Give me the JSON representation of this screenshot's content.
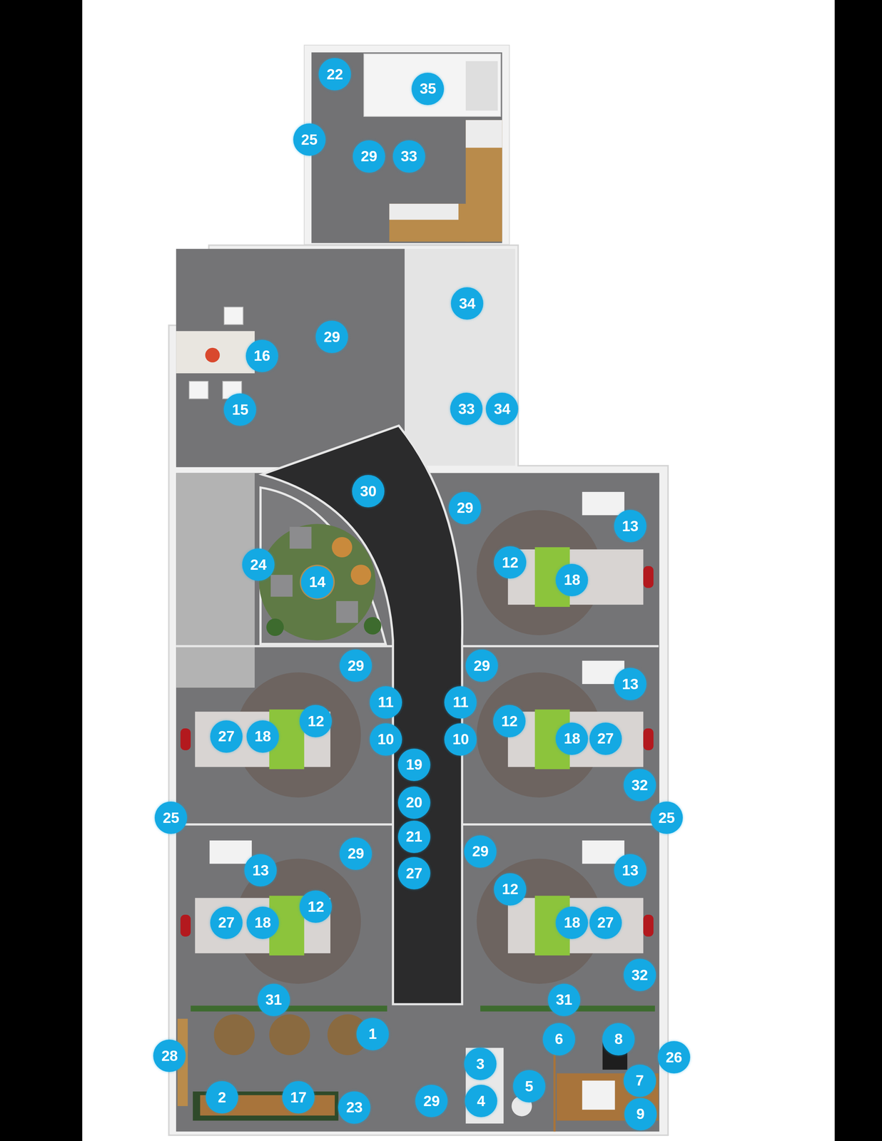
{
  "diagram": {
    "labels": [
      "22",
      "35",
      "25",
      "29",
      "33",
      "34",
      "29",
      "16",
      "15",
      "33",
      "34",
      "30",
      "29",
      "13",
      "24",
      "12",
      "14",
      "18",
      "29",
      "29",
      "13",
      "11",
      "11",
      "12",
      "12",
      "27",
      "18",
      "10",
      "10",
      "18",
      "27",
      "19",
      "32",
      "20",
      "25",
      "25",
      "21",
      "29",
      "29",
      "13",
      "13",
      "27",
      "12",
      "12",
      "27",
      "18",
      "18",
      "27",
      "32",
      "31",
      "31",
      "1",
      "6",
      "8",
      "28",
      "26",
      "3",
      "7",
      "29",
      "5",
      "2",
      "17",
      "4",
      "23",
      "9"
    ]
  }
}
